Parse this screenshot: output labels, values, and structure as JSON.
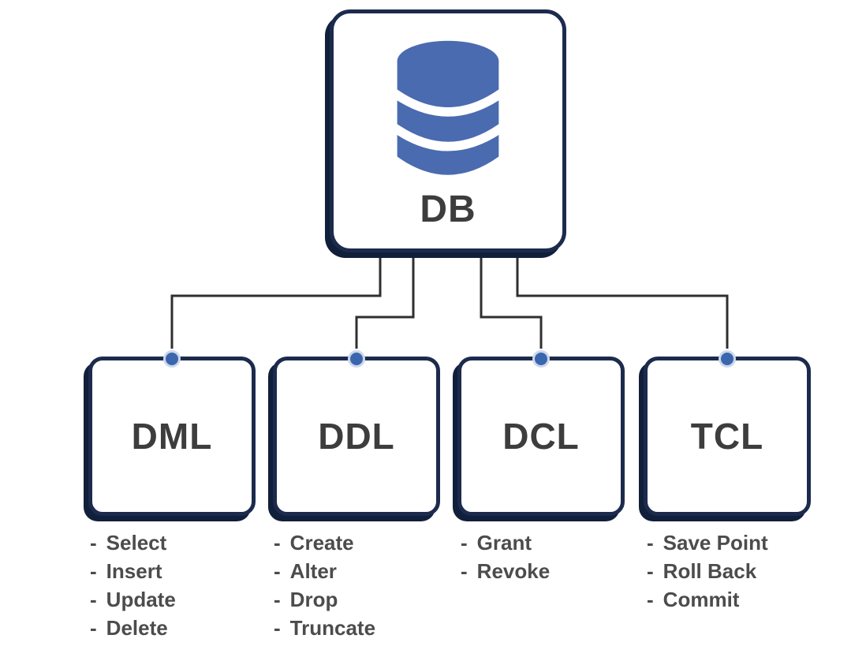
{
  "bullet": "-",
  "root": {
    "label": "DB",
    "icon": "database-icon"
  },
  "children": [
    {
      "label": "DML",
      "items": [
        "Select",
        "Insert",
        "Update",
        "Delete"
      ]
    },
    {
      "label": "DDL",
      "items": [
        "Create",
        "Alter",
        "Drop",
        "Truncate"
      ]
    },
    {
      "label": "DCL",
      "items": [
        "Grant",
        "Revoke"
      ]
    },
    {
      "label": "TCL",
      "items": [
        "Save Point",
        "Roll Back",
        "Commit"
      ]
    }
  ],
  "colors": {
    "accent_blue": "#4a6bb0",
    "dot_blue": "#3a66ae",
    "border_navy": "#1c2b4d",
    "shadow_navy": "#101f3a",
    "connector_line": "#2f2f2f",
    "title_text": "#3d3d3d",
    "list_text": "#4c4c4c",
    "background": "#ffffff"
  }
}
